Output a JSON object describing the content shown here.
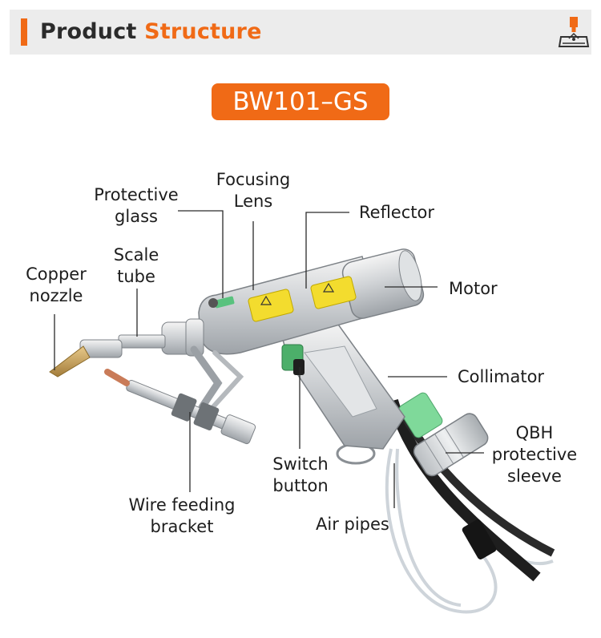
{
  "header": {
    "title_part1": "Product",
    "title_part2": "Structure",
    "icon": "laser-machine-icon",
    "accent_color": "#f06a16"
  },
  "model": "BW101–GS",
  "labels": {
    "protective_glass": "Protective\nglass",
    "focusing_lens": "Focusing\nLens",
    "reflector": "Reflector",
    "scale_tube": "Scale\ntube",
    "copper_nozzle": "Copper\nnozzle",
    "motor": "Motor",
    "collimator": "Collimator",
    "qbh_sleeve": "QBH\nprotective\nsleeve",
    "switch_button": "Switch\nbutton",
    "wire_bracket": "Wire feeding\nbracket",
    "air_pipes": "Air pipes"
  },
  "product_image": "handheld-laser-welding-gun"
}
